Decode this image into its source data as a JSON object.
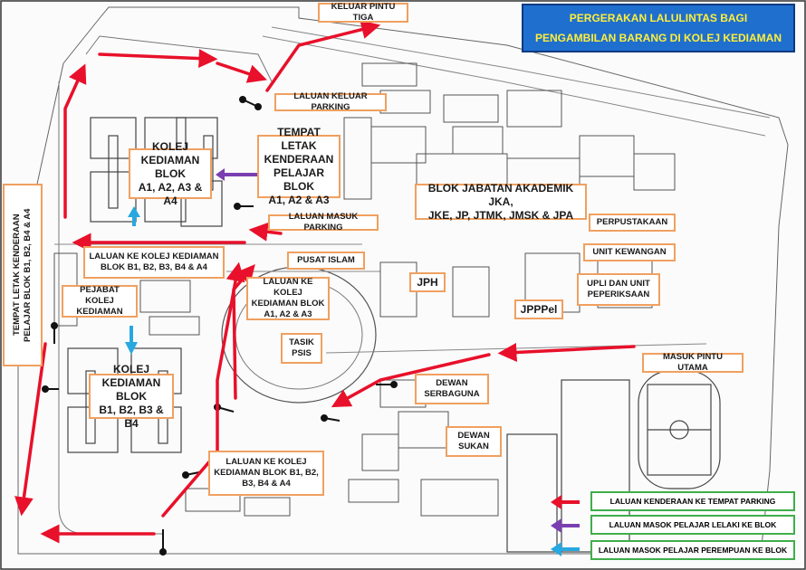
{
  "title": {
    "line1": "PERGERAKAN LALULINTAS BAGI",
    "line2": "PENGAMBILAN BARANG DI KOLEJ KEDIAMAN"
  },
  "labels": {
    "keluar_pintu_tiga": "KELUAR PINTU TIGA",
    "laluan_keluar_parking": "LALUAN KELUAR PARKING",
    "kolej_a": "KOLEJ\nKEDIAMAN BLOK\nA1, A2, A3 & A4",
    "tempat_letak_a": "TEMPAT LETAK\nKENDERAAN\nPELAJAR BLOK\nA1, A2 & A3",
    "laluan_masuk_parking": "LALUAN MASUK PARKING",
    "blok_jabatan": "BLOK JABATAN AKADEMIK JKA,\nJKE, JP, JTMK, JMSK & JPA",
    "perpustakaan": "PERPUSTAKAAN",
    "unit_kewangan": "UNIT KEWANGAN",
    "laluan_ke_b_top": "LALUAN KE KOLEJ  KEDIAMAN\nBLOK B1, B2, B3, B4 & A4",
    "pusat_islam": "PUSAT ISLAM",
    "laluan_ke_a": "LALUAN KE KOLEJ\nKEDIAMAN BLOK\nA1, A2 & A3",
    "jph": "JPH",
    "upli": "UPLI DAN UNIT\nPEPERIKSAAN",
    "jpppel": "JPPPel",
    "pejabat_kolej": "PEJABAT KOLEJ\nKEDIAMAN",
    "tempat_letak_b": "TEMPAT LETAK KENDERAAN\nPELAJAR BLOK B1,  B2,  B4 & A4",
    "tasik_psis": "TASIK\nPSIS",
    "masuk_pintu_utama": "MASUK PINTU UTAMA",
    "kolej_b": "KOLEJ\nKEDIAMAN BLOK\nB1, B2, B3 & B4",
    "dewan_serbaguna": "DEWAN\nSERBAGUNA",
    "dewan_sukan": "DEWAN\nSUKAN",
    "laluan_ke_b_bottom": "LALUAN KE KOLEJ\nKEDIAMAN BLOK B1, B2,\nB3, B4 & A4"
  },
  "legend": [
    {
      "text": "LALUAN KENDERAAN KE TEMPAT PARKING",
      "color": "#e8102a"
    },
    {
      "text": "LALUAN MASOK PELAJAR LELAKI KE BLOK",
      "color": "#7a3fb0"
    },
    {
      "text": "LALUAN MASOK PELAJAR PEREMPUAN KE BLOK",
      "color": "#27a8e0"
    }
  ],
  "colors": {
    "route_vehicle": "#e8102a",
    "route_male": "#7a3fb0",
    "route_female": "#27a8e0",
    "label_border": "#f0a060",
    "legend_border": "#3fae4b",
    "title_bg": "#1f6fcf",
    "title_text": "#ffef3a"
  }
}
